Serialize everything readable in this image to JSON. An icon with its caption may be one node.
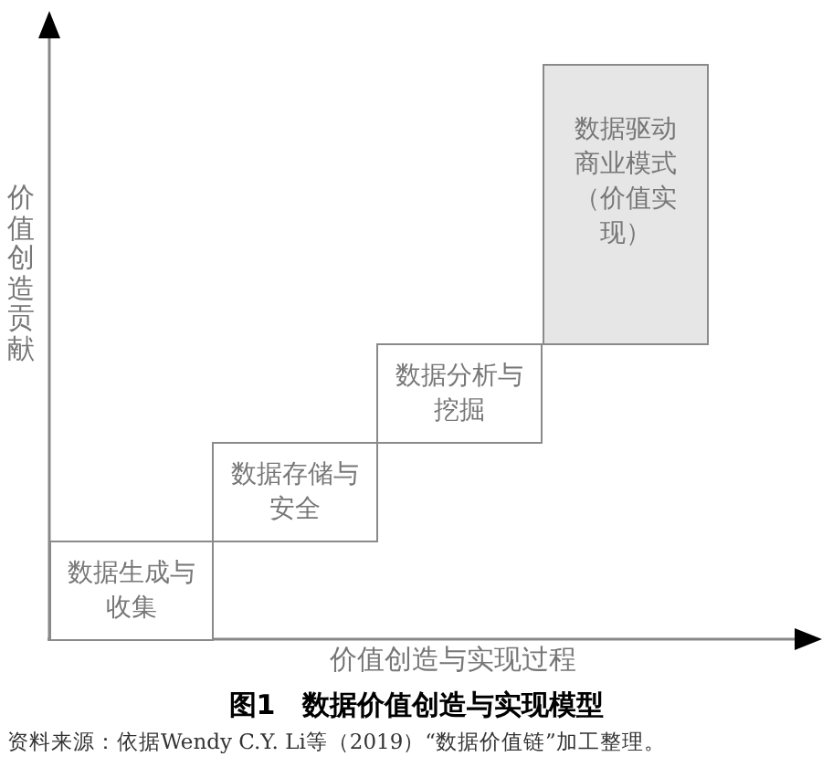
{
  "diagram": {
    "title": "图1　数据价值创造与实现模型",
    "caption": "资料来源：依据Wendy C.Y. Li等（2019）“数据价值链”加工整理。",
    "nodes": [
      {
        "text": [
          "数据生成与收集"
        ]
      },
      {
        "text": [
          "数据存储与安全"
        ]
      },
      {
        "text": [
          "数据分析与挖掘"
        ]
      },
      {
        "text": [
          "数据驱动商业模式（价值实现）"
        ]
      }
    ],
    "labels": [
      "价值创造贡献",
      "价值创造与实现过程"
    ]
  }
}
